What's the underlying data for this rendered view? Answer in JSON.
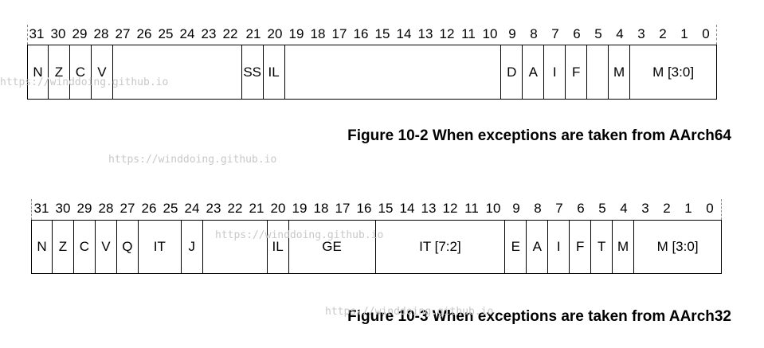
{
  "figures": [
    {
      "id": "aarch64",
      "caption": "Figure 10-2 When exceptions are taken from AArch64",
      "bit_labels": [
        "31",
        "30",
        "29",
        "28",
        "27",
        "26",
        "25",
        "24",
        "23",
        "22",
        "21",
        "20",
        "19",
        "18",
        "17",
        "16",
        "15",
        "14",
        "13",
        "12",
        "11",
        "10",
        "9",
        "8",
        "7",
        "6",
        "5",
        "4",
        "3",
        "2",
        "1",
        "0"
      ],
      "fields": [
        {
          "label": "N",
          "hi": 31,
          "lo": 31
        },
        {
          "label": "Z",
          "hi": 30,
          "lo": 30
        },
        {
          "label": "C",
          "hi": 29,
          "lo": 29
        },
        {
          "label": "V",
          "hi": 28,
          "lo": 28
        },
        {
          "label": "",
          "hi": 27,
          "lo": 22
        },
        {
          "label": "SS",
          "hi": 21,
          "lo": 21
        },
        {
          "label": "IL",
          "hi": 20,
          "lo": 20
        },
        {
          "label": "",
          "hi": 19,
          "lo": 10
        },
        {
          "label": "D",
          "hi": 9,
          "lo": 9
        },
        {
          "label": "A",
          "hi": 8,
          "lo": 8
        },
        {
          "label": "I",
          "hi": 7,
          "lo": 7
        },
        {
          "label": "F",
          "hi": 6,
          "lo": 6
        },
        {
          "label": "",
          "hi": 5,
          "lo": 5
        },
        {
          "label": "M",
          "hi": 4,
          "lo": 4
        },
        {
          "label": "M [3:0]",
          "hi": 3,
          "lo": 0
        }
      ]
    },
    {
      "id": "aarch32",
      "caption": "Figure 10-3 When exceptions are taken from AArch32",
      "bit_labels": [
        "31",
        "30",
        "29",
        "28",
        "27",
        "26",
        "25",
        "24",
        "23",
        "22",
        "21",
        "20",
        "19",
        "18",
        "17",
        "16",
        "15",
        "14",
        "13",
        "12",
        "11",
        "10",
        "9",
        "8",
        "7",
        "6",
        "5",
        "4",
        "3",
        "2",
        "1",
        "0"
      ],
      "fields": [
        {
          "label": "N",
          "hi": 31,
          "lo": 31
        },
        {
          "label": "Z",
          "hi": 30,
          "lo": 30
        },
        {
          "label": "C",
          "hi": 29,
          "lo": 29
        },
        {
          "label": "V",
          "hi": 28,
          "lo": 28
        },
        {
          "label": "Q",
          "hi": 27,
          "lo": 27
        },
        {
          "label": "IT",
          "hi": 26,
          "lo": 25
        },
        {
          "label": "J",
          "hi": 24,
          "lo": 24
        },
        {
          "label": "",
          "hi": 23,
          "lo": 21
        },
        {
          "label": "IL",
          "hi": 20,
          "lo": 20
        },
        {
          "label": "GE",
          "hi": 19,
          "lo": 16
        },
        {
          "label": "IT [7:2]",
          "hi": 15,
          "lo": 10
        },
        {
          "label": "E",
          "hi": 9,
          "lo": 9
        },
        {
          "label": "A",
          "hi": 8,
          "lo": 8
        },
        {
          "label": "I",
          "hi": 7,
          "lo": 7
        },
        {
          "label": "F",
          "hi": 6,
          "lo": 6
        },
        {
          "label": "T",
          "hi": 5,
          "lo": 5
        },
        {
          "label": "M",
          "hi": 4,
          "lo": 4
        },
        {
          "label": "M [3:0]",
          "hi": 3,
          "lo": 0
        }
      ]
    }
  ],
  "watermarks": [
    "https://winddoing.github.io",
    "https://winddoing.github.io",
    "https://winddoing.github.io",
    "https://winddoing.github.io"
  ]
}
